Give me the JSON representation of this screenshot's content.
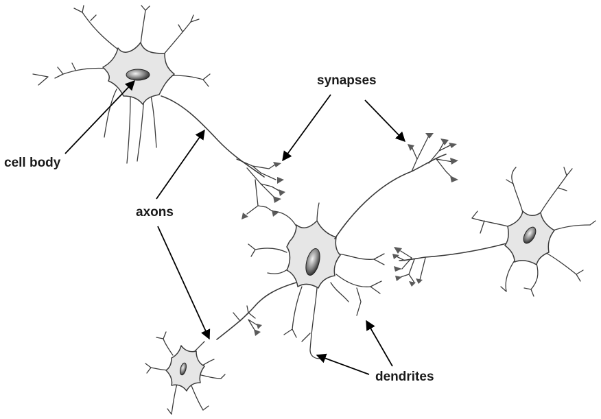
{
  "labels": {
    "cell_body": "cell body",
    "synapses": "synapses",
    "axons": "axons",
    "dendrites": "dendrites"
  },
  "colors": {
    "line": "#3a3a3a",
    "soma_fill": "#e6e6e6",
    "arrow": "#000000",
    "text": "#1a1a1a"
  }
}
